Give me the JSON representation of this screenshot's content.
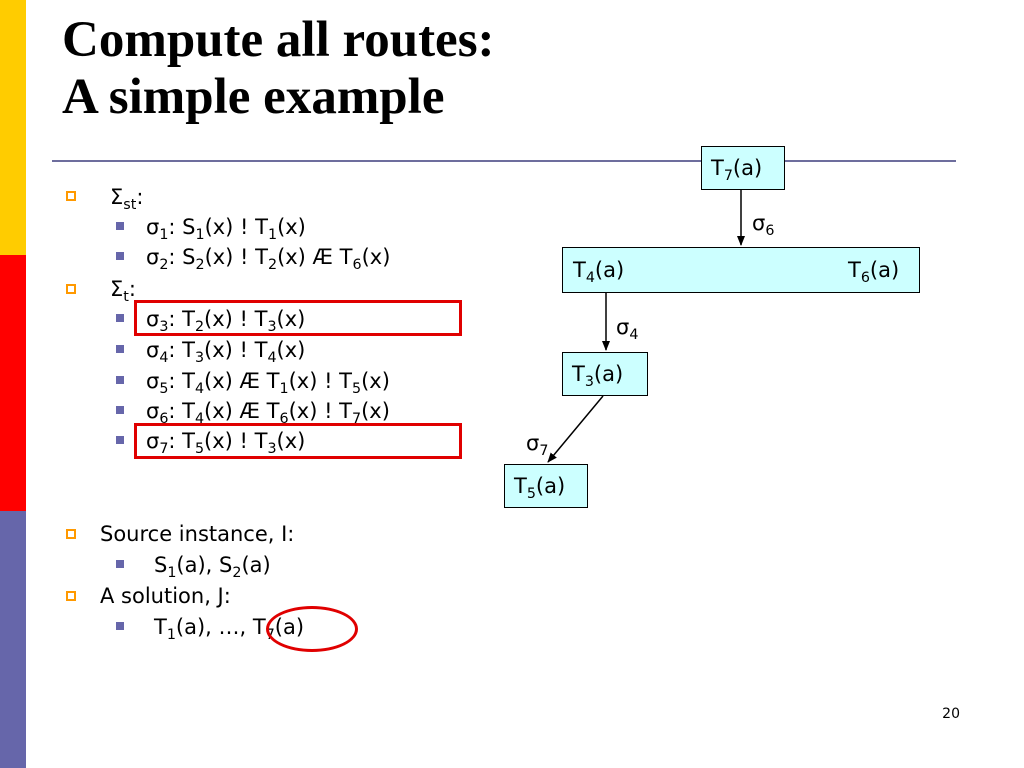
{
  "title": {
    "line1": "Compute all routes:",
    "line2": "A simple example"
  },
  "sigma_st_label": {
    "sym": "Σ",
    "sub": "st",
    "colon": ":"
  },
  "sigma_t_label": {
    "sym": "Σ",
    "sub": "t",
    "colon": ":"
  },
  "bullets": {
    "s1": {
      "sig": "σ",
      "i": "1",
      "a": ": S",
      "ai": "1",
      "b": "(x) ! T",
      "bi": "1",
      "c": "(x)"
    },
    "s2": {
      "sig": "σ",
      "i": "2",
      "a": ": S",
      "ai": "2",
      "b": "(x) ! T",
      "bi": "2",
      "c": "(x) Æ T",
      "ci": "6",
      "d": "(x)"
    },
    "s3": {
      "sig": "σ",
      "i": "3",
      "a": ": T",
      "ai": "2",
      "b": "(x) ! T",
      "bi": "3",
      "c": "(x)"
    },
    "s4": {
      "sig": "σ",
      "i": "4",
      "a": ": T",
      "ai": "3",
      "b": "(x) ! T",
      "bi": "4",
      "c": "(x)"
    },
    "s5": {
      "sig": "σ",
      "i": "5",
      "a": ": T",
      "ai": "4",
      "b": "(x) Æ T",
      "bi": "1",
      "c": "(x) ! T",
      "ci": "5",
      "d": "(x)"
    },
    "s6": {
      "sig": "σ",
      "i": "6",
      "a": ": T",
      "ai": "4",
      "b": "(x) Æ T",
      "bi": "6",
      "c": "(x) ! T",
      "ci": "7",
      "d": "(x)"
    },
    "s7": {
      "sig": "σ",
      "i": "7",
      "a": ": T",
      "ai": "5",
      "b": "(x) ! T",
      "bi": "3",
      "c": "(x)"
    }
  },
  "source": {
    "heading": "Source instance, I:",
    "item": {
      "a": "S",
      "ai": "1",
      "b": "(a), S",
      "bi": "2",
      "c": "(a)"
    }
  },
  "solution": {
    "heading": "A solution, J:",
    "item": {
      "a": "T",
      "ai": "1",
      "b": "(a), …, T",
      "bi": "7",
      "c": "(a)"
    }
  },
  "tree": {
    "n7": {
      "a": "T",
      "i": "7",
      "b": "(a)"
    },
    "n4": {
      "a": "T",
      "i": "4",
      "b": "(a)"
    },
    "n6": {
      "a": "T",
      "i": "6",
      "b": "(a)"
    },
    "n3": {
      "a": "T",
      "i": "3",
      "b": "(a)"
    },
    "n5": {
      "a": "T",
      "i": "5",
      "b": "(a)"
    },
    "e6": {
      "sig": "σ",
      "i": "6"
    },
    "e4": {
      "sig": "σ",
      "i": "4"
    },
    "e7": {
      "sig": "σ",
      "i": "7"
    }
  },
  "page_number": "20",
  "colors": {
    "stripe_top": "#ffcc00",
    "stripe_mid": "#ff0000",
    "stripe_bottom": "#6666aa",
    "node_fill": "#ccffff",
    "highlight": "#e00000",
    "bullet_outline": "#ff9900"
  }
}
